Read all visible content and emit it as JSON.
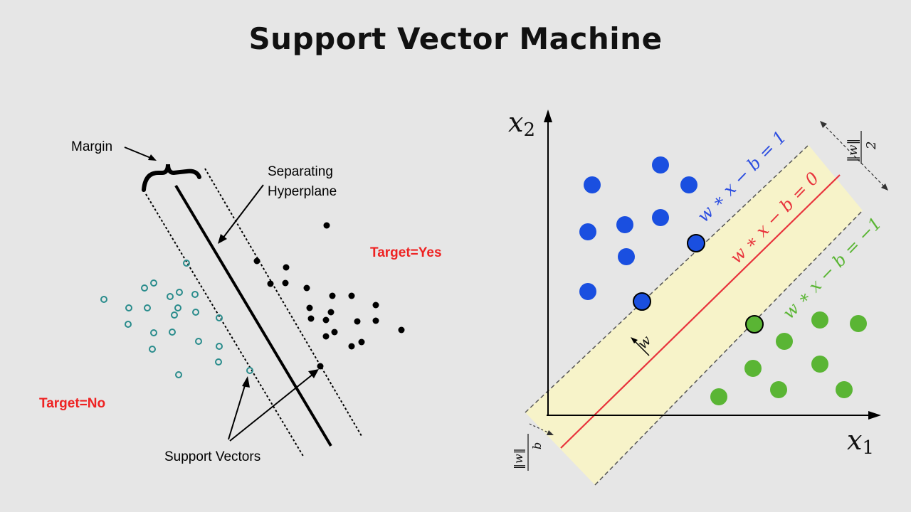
{
  "title": "Support Vector Machine",
  "left_diagram": {
    "margin_label": "Margin",
    "hyperplane_label_line1": "Separating",
    "hyperplane_label_line2": "Hyperplane",
    "support_vectors_label": "Support Vectors",
    "class_yes_label": "Target=Yes",
    "class_no_label": "Target=No",
    "class_label_color": "#ee2222",
    "class_no_points_color": "#2a8c8c",
    "class_yes_points_color": "#000000"
  },
  "right_diagram": {
    "x_axis_label": "x",
    "x_axis_subscript": "1",
    "y_axis_label": "x",
    "y_axis_subscript": "2",
    "upper_margin_equation": "w ∗ x − b = 1",
    "hyperplane_equation": "w ∗ x − b = 0",
    "lower_margin_equation": "w ∗ x − b = −1",
    "normal_vector_label": "w",
    "margin_width_numerator": "2",
    "margin_width_denominator": "‖w‖",
    "offset_numerator": "b",
    "offset_denominator": "‖w‖",
    "colors": {
      "blue_class": "#1a4fe0",
      "green_class": "#5ab534",
      "hyperplane": "#e8333c",
      "margin_band": "#f7f3c9",
      "upper_equation": "#2b4de0",
      "lower_equation": "#5ab534"
    }
  }
}
